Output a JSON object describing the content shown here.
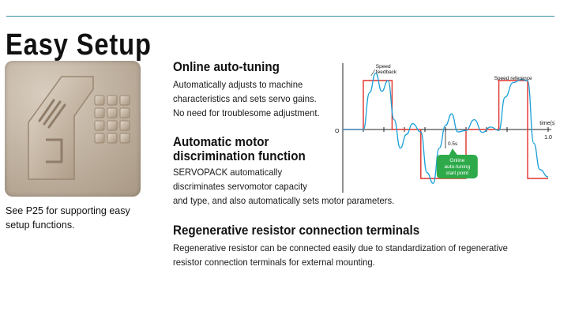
{
  "page": {
    "heading": "Easy Setup",
    "side_note": [
      "See P25 for supporting easy",
      "setup functions."
    ]
  },
  "icon": {
    "name": "easy-setup-icon"
  },
  "sections": [
    {
      "title": [
        "Online auto-tuning"
      ],
      "lines": [
        "Automatically adjusts to machine",
        "characteristics and sets servo gains.",
        "No need for troublesome adjustment."
      ]
    },
    {
      "title": [
        "Automatic motor",
        "discrimination function"
      ],
      "lines": [
        "SERVOPACK automatically",
        "discriminates servomotor capacity",
        "and type, and also automatically sets motor parameters."
      ]
    },
    {
      "title": [
        "Regenerative resistor connection terminals"
      ],
      "lines": [
        "Regenerative resistor can be connected easily due to standardization of  regenerative",
        "resistor connection terminals for external mounting."
      ]
    }
  ],
  "chart_data": {
    "type": "line",
    "title": "",
    "xlabel": "time(s)",
    "ylabel": "",
    "origin_label": "O",
    "x_ticks": [
      {
        "x": 1.0,
        "label": "1.0"
      }
    ],
    "xlim": [
      0,
      1.0
    ],
    "ylim": [
      -1.2,
      1.2
    ],
    "series": [
      {
        "name": "Speed reference",
        "color": "#e0302a",
        "x": [
          0.0,
          0.1,
          0.1,
          0.24,
          0.24,
          0.38,
          0.38,
          0.6,
          0.6,
          0.76,
          0.76,
          0.9,
          0.9,
          1.0
        ],
        "y": [
          0,
          0,
          1,
          1,
          0,
          0,
          -1,
          -1,
          0,
          0,
          1,
          1,
          -1,
          -1
        ]
      },
      {
        "name": "Speed feedback",
        "color": "#1aa0d8",
        "x": [
          0.0,
          0.1,
          0.13,
          0.16,
          0.19,
          0.22,
          0.25,
          0.28,
          0.31,
          0.34,
          0.38,
          0.41,
          0.44,
          0.47,
          0.5,
          0.53,
          0.56,
          0.6,
          0.64,
          0.68,
          0.72,
          0.76,
          0.79,
          0.83,
          0.87,
          0.9,
          0.93,
          0.96,
          1.0
        ],
        "y": [
          0,
          0,
          0.75,
          1.15,
          0.78,
          1.0,
          0.2,
          -0.38,
          -0.1,
          0.12,
          -0.05,
          -0.88,
          -1.1,
          -0.38,
          0.08,
          0.32,
          -0.05,
          -0.02,
          0.2,
          -0.06,
          0.05,
          -0.02,
          0.66,
          0.96,
          1.02,
          1.0,
          -0.28,
          -0.82,
          -0.97
        ]
      }
    ],
    "annotations": [
      {
        "text": "Speed",
        "x": 0.13,
        "y": 1.2
      },
      {
        "text": "feedback",
        "x": 0.13,
        "y": 1.2
      },
      {
        "text": "Speed reference",
        "x": 0.76,
        "y": 1.0
      },
      {
        "text": "0.5s",
        "x": 0.5,
        "y": 0
      },
      {
        "text": "Online",
        "x": 0.52,
        "y": -0.5
      },
      {
        "text": "auto-tuning",
        "x": 0.52,
        "y": -0.5
      },
      {
        "text": "start point",
        "x": 0.52,
        "y": -0.5
      }
    ],
    "callout_color": "#2eaa4a"
  }
}
